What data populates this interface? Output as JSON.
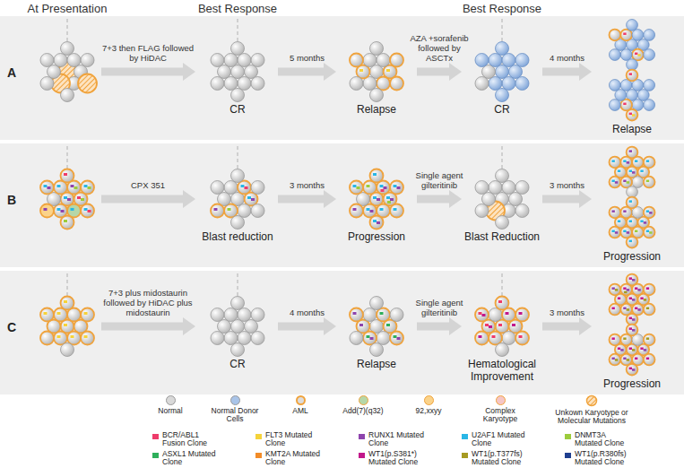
{
  "diagram": {
    "nodes": [
      {
        "text": [
          "A"
        ]
      },
      {
        "text": [
          "CR"
        ],
        "in": 0
      },
      {
        "text": [
          "Relapse"
        ],
        "in": 0
      },
      {
        "text": [
          "CR"
        ],
        "in": 0
      },
      {
        "text": [
          "Relapse"
        ],
        "in": 0
      },
      {
        "text": [
          "B"
        ]
      },
      {
        "text": [
          "Blast reduction"
        ],
        "in": 5
      },
      {
        "text": [
          "Progression"
        ],
        "in": 5
      },
      {
        "text": [
          "Blast Reduction"
        ],
        "in": 5
      },
      {
        "text": [
          "Progression"
        ],
        "in": 5
      },
      {
        "text": [
          "C"
        ]
      },
      {
        "text": [
          "CR"
        ],
        "in": 10
      },
      {
        "text": [
          "Relapse"
        ],
        "in": 10
      },
      {
        "text": [
          "Hematological Improvement"
        ],
        "in": 10
      },
      {
        "text": [
          "Progression"
        ],
        "in": 10
      }
    ],
    "edges": [
      {
        "from": 1,
        "to": 2,
        "arrow": "to",
        "label": "5 months"
      },
      {
        "from": 2,
        "to": 3,
        "arrow": "to",
        "label": "AZA +sorafenib followed by ASCTx"
      },
      {
        "from": 3,
        "to": 4,
        "arrow": "to",
        "label": "4 months"
      },
      {
        "from": 6,
        "to": 7,
        "arrow": "to",
        "label": "3 months"
      },
      {
        "from": 7,
        "to": 8,
        "arrow": "to",
        "label": "Single agent gilteritinib"
      },
      {
        "from": 8,
        "to": 9,
        "arrow": "to",
        "label": "3 months"
      },
      {
        "from": 11,
        "to": 12,
        "arrow": "to",
        "label": "4 months"
      },
      {
        "from": 12,
        "to": 13,
        "arrow": "to",
        "label": "Single agent gilteritinib"
      },
      {
        "from": 13,
        "to": 14,
        "arrow": "to",
        "label": "3 months"
      }
    ],
    "labels": [
      "At Presentation",
      "Best Response",
      "Best Response",
      "7+3 then FLAG followed by HiDAC",
      "CPX 351",
      "7+3 plus midostaurin followed by HiDAC plus midostaurin"
    ],
    "legend": [
      {
        "text": "Normal",
        "color": "#d9d9d9"
      },
      {
        "text": "Normal Donor Cells",
        "color": "#a9c4e8"
      },
      {
        "text": "AML",
        "color": "#f0a33c"
      },
      {
        "text": "Add(7)(q32)",
        "color": "#b6d7a8"
      },
      {
        "text": "92,xxyy",
        "color": "#fbd38a"
      },
      {
        "text": "Complex Karyotype",
        "color": "#f5c6c6"
      },
      {
        "text": "Unkown Karyotype or Molecular Mutations"
      },
      {
        "text": "BCR/ABL1 Fusion Clone",
        "color": "#ee3b6a"
      },
      {
        "text": "FLT3 Mutated Clone",
        "color": "#f5d33a"
      },
      {
        "text": "RUNX1 Mutated Clone",
        "color": "#8e44ad"
      },
      {
        "text": "U2AF1 Mutated Clone",
        "color": "#29b6e6"
      },
      {
        "text": "DNMT3A Mutated Clone",
        "color": "#9ccc3c"
      },
      {
        "text": "ASXL1 Mutated Clone",
        "color": "#2eaf5b"
      },
      {
        "text": "KMT2A Mutated Clone",
        "color": "#f28c28"
      },
      {
        "text": "WT1(p.S381*) Mutated Clone",
        "color": "#c2188b"
      },
      {
        "text": "WT1(p.T377fs) Mutated Clone",
        "color": "#a69a22"
      },
      {
        "text": "WT1(p.R380fs) Mutated Clone",
        "color": "#1f3f8f"
      }
    ]
  }
}
